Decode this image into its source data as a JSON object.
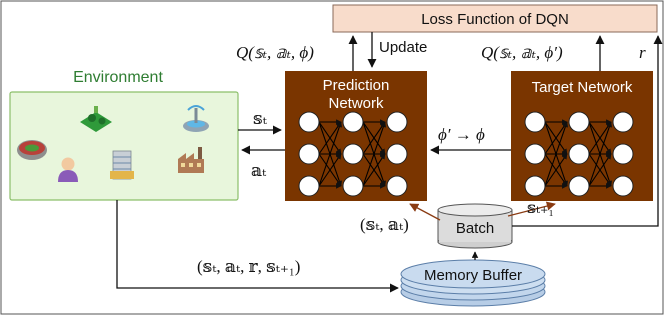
{
  "loss_box": {
    "label": "Loss Function of DQN",
    "fill": "#f8dccb"
  },
  "environment": {
    "label": "Environment",
    "label_color": "#2f7d32",
    "fill": "#e8f6dc",
    "stroke": "#8cbf6a"
  },
  "prediction_network": {
    "title_line1": "Prediction",
    "title_line2": "Network",
    "fill": "#7a3500"
  },
  "target_network": {
    "title": "Target Network",
    "fill": "#7a3500"
  },
  "batch": {
    "label": "Batch"
  },
  "memory_buffer": {
    "label": "Memory Buffer",
    "fill": "#c9dbef"
  },
  "labels": {
    "q_pred": "Q(𝕤ₜ, 𝕒ₜ, ϕ)",
    "update": "Update",
    "q_target": "Q(𝕤ₜ, 𝕒ₜ, ϕ′)",
    "reward": "r",
    "state": "𝕤ₜ",
    "action": "𝕒ₜ",
    "param_copy": "ϕ′ → ϕ",
    "batch_pair": "(𝕤ₜ, 𝕒ₜ)",
    "next_state": "𝕤ₜ₊₁",
    "transition": "(𝕤ₜ, 𝕒ₜ, 𝕣, 𝕤ₜ₊₁)"
  },
  "icons": [
    "stadium-icon",
    "park-icon",
    "fountain-icon",
    "person-icon",
    "office-building-icon",
    "factory-icon"
  ]
}
